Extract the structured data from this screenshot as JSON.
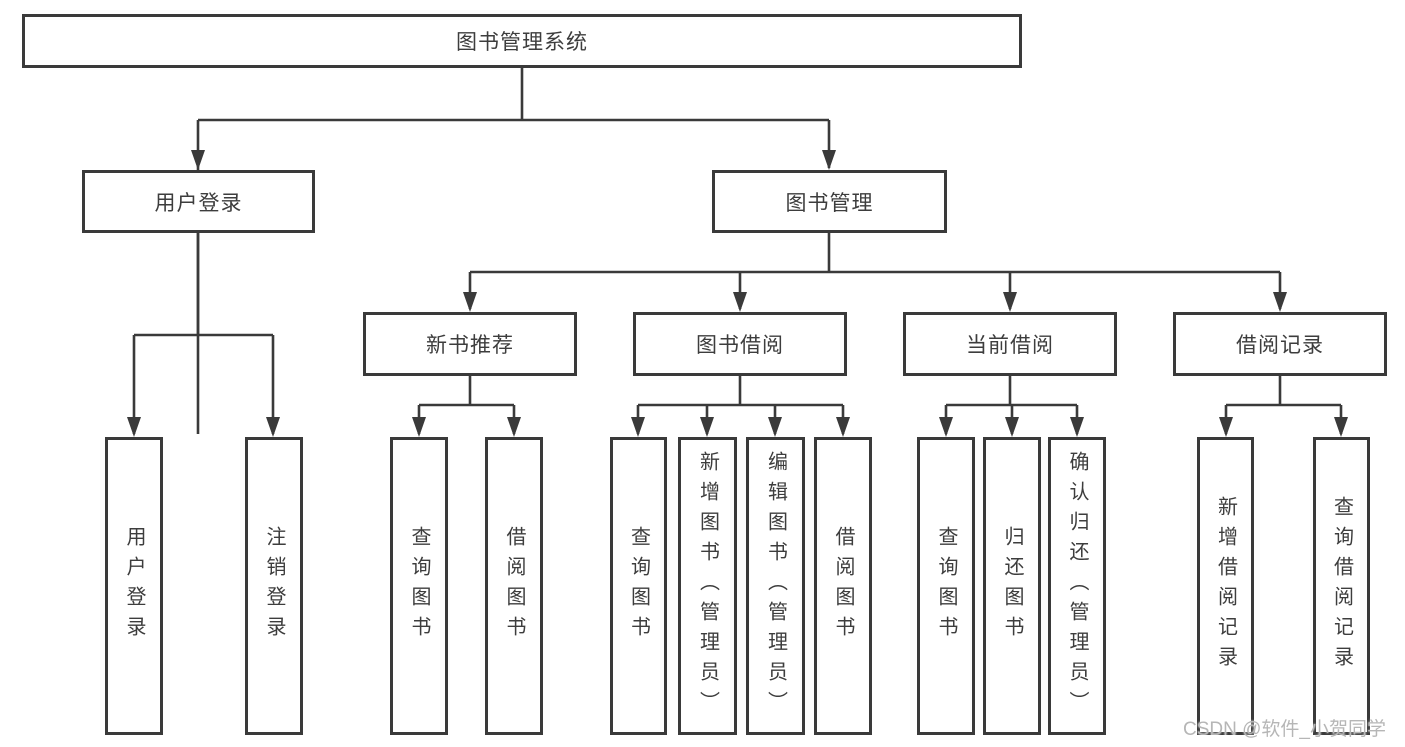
{
  "tree": {
    "label": "图书管理系统",
    "children": [
      {
        "label": "用户登录",
        "children": [
          {
            "label": "用户登录"
          },
          {
            "label": "注销登录"
          }
        ]
      },
      {
        "label": "图书管理",
        "children": [
          {
            "label": "新书推荐",
            "children": [
              {
                "label": "查询图书"
              },
              {
                "label": "借阅图书"
              }
            ]
          },
          {
            "label": "图书借阅",
            "children": [
              {
                "label": "查询图书"
              },
              {
                "label": "新增图书（管理员）"
              },
              {
                "label": "编辑图书（管理员）"
              },
              {
                "label": "借阅图书"
              }
            ]
          },
          {
            "label": "当前借阅",
            "children": [
              {
                "label": "查询图书"
              },
              {
                "label": "归还图书"
              },
              {
                "label": "确认归还（管理员）"
              }
            ]
          },
          {
            "label": "借阅记录",
            "children": [
              {
                "label": "新增借阅记录"
              },
              {
                "label": "查询借阅记录"
              }
            ]
          }
        ]
      }
    ]
  },
  "watermark": {
    "text": "CSDN @软件_小贺同学"
  },
  "colors": {
    "line": "#3a3a3a",
    "box_border": "#3a3a3a",
    "text": "#3d3d3d",
    "background": "#ffffff",
    "watermark_text": "#b6b6b6"
  }
}
